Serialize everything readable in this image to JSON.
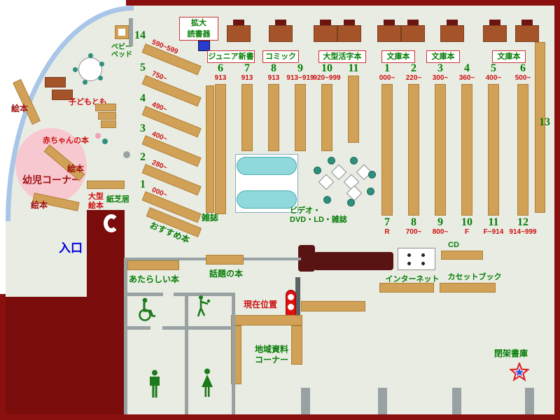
{
  "colors": {
    "frame_maroon": "#8a1010",
    "floor": "#e9ece3",
    "shelf_tan": "#d2a158",
    "counter_maroon": "#5a1313",
    "accent_green": "#067d06",
    "accent_red": "#cc1111",
    "entrance_blue": "#0000dd",
    "children_pink": "#f8c8d0",
    "seat_cyan": "#8fd8dc",
    "window_blue": "#a9c6e8"
  },
  "entrance": {
    "label": "入口"
  },
  "children_area": {
    "picture_book_1": "絵本",
    "picture_book_2": "絵本",
    "picture_book_3": "絵本",
    "infant_corner": "幼児コーナー",
    "baby_books": "赤ちゃんの本",
    "kodomo_no_tomo": "子どもとも",
    "baby_bed_line1": "ベビー",
    "baby_bed_line2": "ベッド",
    "large_picture_line1": "大型",
    "large_picture_line2": "絵本",
    "kamishibai": "紙芝居"
  },
  "reading_device": {
    "line1": "拡大",
    "line2": "読書器"
  },
  "genre_labels": [
    "ジュニア新書",
    "コミック",
    "大型活字本",
    "文庫本",
    "文庫本",
    "文庫本"
  ],
  "diagonal_shelves": [
    {
      "num": "14",
      "range": "590~599"
    },
    {
      "num": "5",
      "range": "750~"
    },
    {
      "num": "4",
      "range": "490~"
    },
    {
      "num": "3",
      "range": "400~"
    },
    {
      "num": "2",
      "range": "280~"
    },
    {
      "num": "1",
      "range": "000~"
    }
  ],
  "recommended_books": "おすすめ本",
  "magazines": "雑誌",
  "video_corner_line1": "ビデオ・",
  "video_corner_line2": "DVD・LD・雑誌",
  "shelves_left": [
    {
      "num": "6",
      "range": "913"
    },
    {
      "num": "7",
      "range": "913"
    },
    {
      "num": "8",
      "range": "913"
    },
    {
      "num": "9",
      "range": "913~919"
    },
    {
      "num": "10",
      "range": "920~999"
    },
    {
      "num": "11",
      "range": ""
    }
  ],
  "shelves_right": [
    {
      "top_num": "1",
      "top_range": "000~",
      "bottom_num": "7",
      "bottom_range": "R"
    },
    {
      "top_num": "2",
      "top_range": "220~",
      "bottom_num": "8",
      "bottom_range": "700~"
    },
    {
      "top_num": "3",
      "top_range": "300~",
      "bottom_num": "9",
      "bottom_range": "800~"
    },
    {
      "top_num": "4",
      "top_range": "360~",
      "bottom_num": "10",
      "bottom_range": "F"
    },
    {
      "top_num": "5",
      "top_range": "400~",
      "bottom_num": "11",
      "bottom_range": "F~914"
    },
    {
      "top_num": "6",
      "top_range": "500~",
      "bottom_num": "12",
      "bottom_range": "914~999"
    }
  ],
  "shelf_13": "13",
  "service": {
    "cd": "CD",
    "internet": "インターネット",
    "cassette_book": "カセットブック"
  },
  "new_books": "あたらしい本",
  "topic_books": "話題の本",
  "local_corner_line1": "地域資料",
  "local_corner_line2": "コーナー",
  "closed_stacks": "閉架書庫",
  "current_location": "現在位置"
}
